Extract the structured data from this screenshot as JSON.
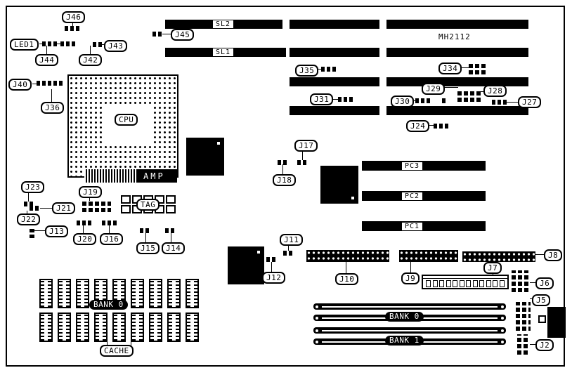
{
  "part_number": "MH2112",
  "labels": {
    "j46": "J46",
    "led1": "LED1",
    "j44": "J44",
    "j42": "J42",
    "j43": "J43",
    "j45": "J45",
    "j40": "J40",
    "j36": "J36",
    "j35": "J35",
    "j34": "J34",
    "j29": "J29",
    "j28": "J28",
    "j27": "J27",
    "j30": "J30",
    "j31": "J31",
    "j24": "J24",
    "j17": "J17",
    "j18": "J18",
    "j23": "J23",
    "j19": "J19",
    "j21": "J21",
    "j22": "J22",
    "j13": "J13",
    "j20": "J20",
    "j16": "J16",
    "j15": "J15",
    "j14": "J14",
    "j11": "J11",
    "j12": "J12",
    "j10": "J10",
    "j9": "J9",
    "j8": "J8",
    "j7": "J7",
    "j6": "J6",
    "j5": "J5",
    "j2": "J2"
  },
  "slots": {
    "sl2": "SL2",
    "sl1": "SL1",
    "pc3": "PC3",
    "pc2": "PC2",
    "pc1": "PC1"
  },
  "components": {
    "cpu": "CPU",
    "amp": "AMP",
    "tag": "TAG",
    "cache": "CACHE",
    "cache_bank": "BANK 0",
    "simm_bank0": "BANK 0",
    "simm_bank1": "BANK 1"
  },
  "colors": {
    "ink": "#000000",
    "paper": "#ffffff"
  }
}
